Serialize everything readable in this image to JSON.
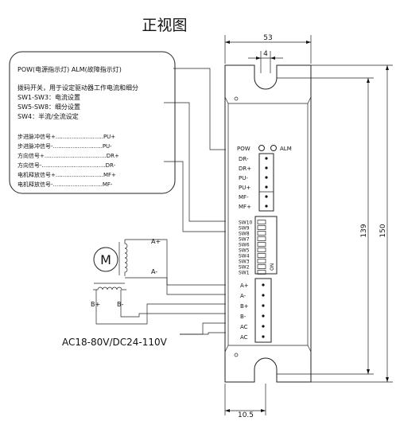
{
  "title": "正视图",
  "legend": {
    "status_line": "POW(电源指示灯) ALM(故障指示灯)",
    "dip_desc": "拨码开关，用于设定驱动器工作电流和细分",
    "sw1_3": "SW1-SW3：电流设置",
    "sw5_8": "SW5-SW8：细分设置",
    "sw4": "SW4：半流/全流设定",
    "signals": [
      "步进脉冲信号+...........................PU+",
      "步进脉冲信号-............................PU-",
      "方向信号+...................................DR+",
      "方向信号-....................................DR-",
      "电机释放信号+...........................MF+",
      "电机释放信号-............................MF-"
    ]
  },
  "leds": {
    "pow": "POW",
    "alm": "ALM"
  },
  "ctrl_terminals": [
    "DR-",
    "DR+",
    "PU-",
    "PU+",
    "MF-",
    "MF+"
  ],
  "dip_switches": [
    "SW10",
    "SW9",
    "SW8",
    "SW7",
    "SW6",
    "SW5",
    "SW4",
    "SW3",
    "SW2",
    "SW1"
  ],
  "dip_state": "ON",
  "power_terminals": [
    "A+",
    "A-",
    "B+",
    "B-",
    "AC",
    "AC"
  ],
  "motor": {
    "symbol": "M",
    "a_plus": "A+",
    "a_minus": "A-",
    "b_plus": "B+",
    "b_minus": "B-"
  },
  "supply_label": "AC18-80V/DC24-110V",
  "dimensions": {
    "width": "53",
    "slot": "4",
    "inner_height": "139",
    "outer_height": "150",
    "bottom": "10.5"
  }
}
